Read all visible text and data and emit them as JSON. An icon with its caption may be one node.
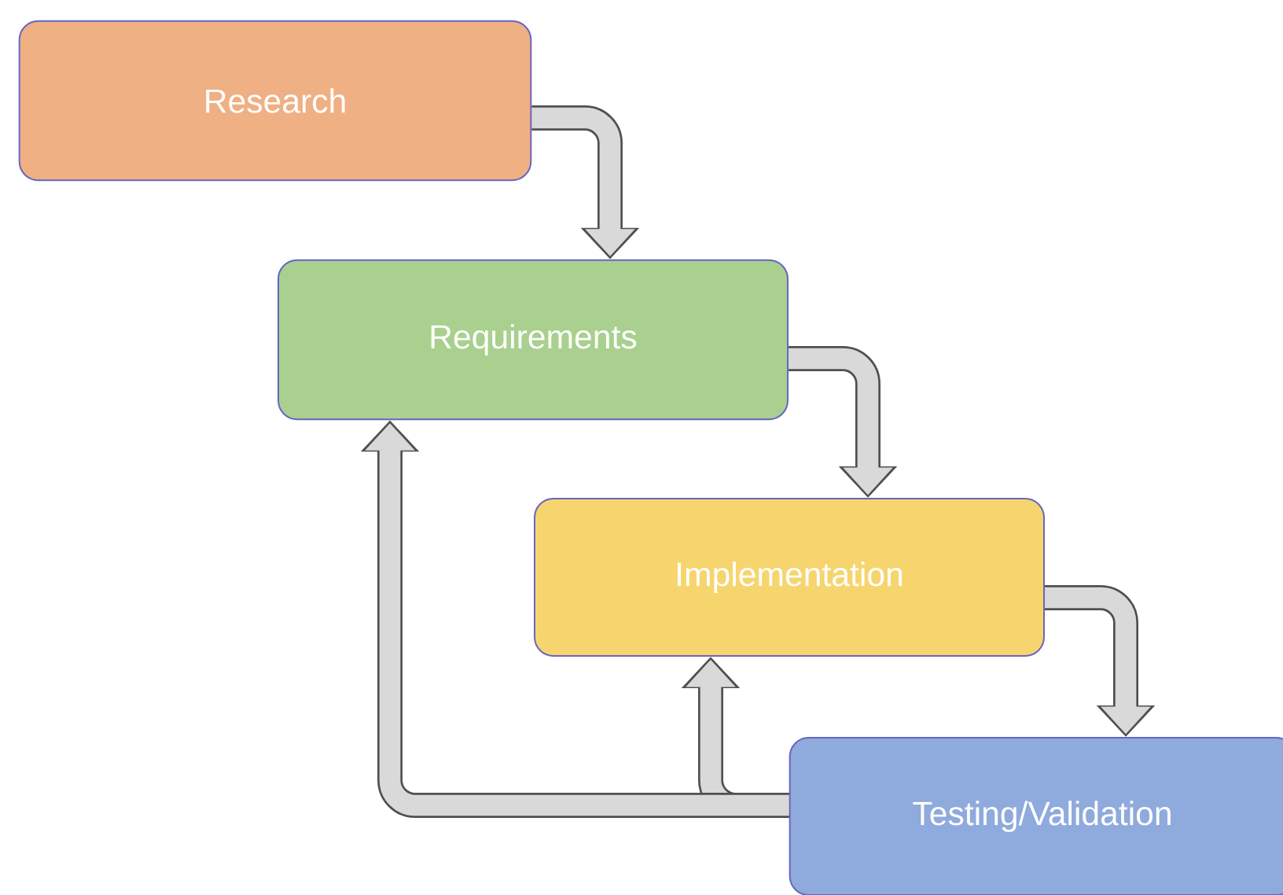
{
  "diagram": {
    "nodes": [
      {
        "text": [
          "Research"
        ]
      },
      {
        "text": [
          "Requirements"
        ]
      },
      {
        "text": [
          "Implementation"
        ]
      },
      {
        "text": [
          "Testing/Validation"
        ]
      }
    ],
    "edges": [
      {
        "from": 0,
        "to": 1,
        "arrow": "to"
      },
      {
        "from": 1,
        "to": 2,
        "arrow": "to"
      },
      {
        "from": 2,
        "to": 3,
        "arrow": "to"
      },
      {
        "from": 3,
        "to": 2,
        "arrow": "to"
      },
      {
        "from": 3,
        "to": 1,
        "arrow": "to"
      }
    ]
  }
}
